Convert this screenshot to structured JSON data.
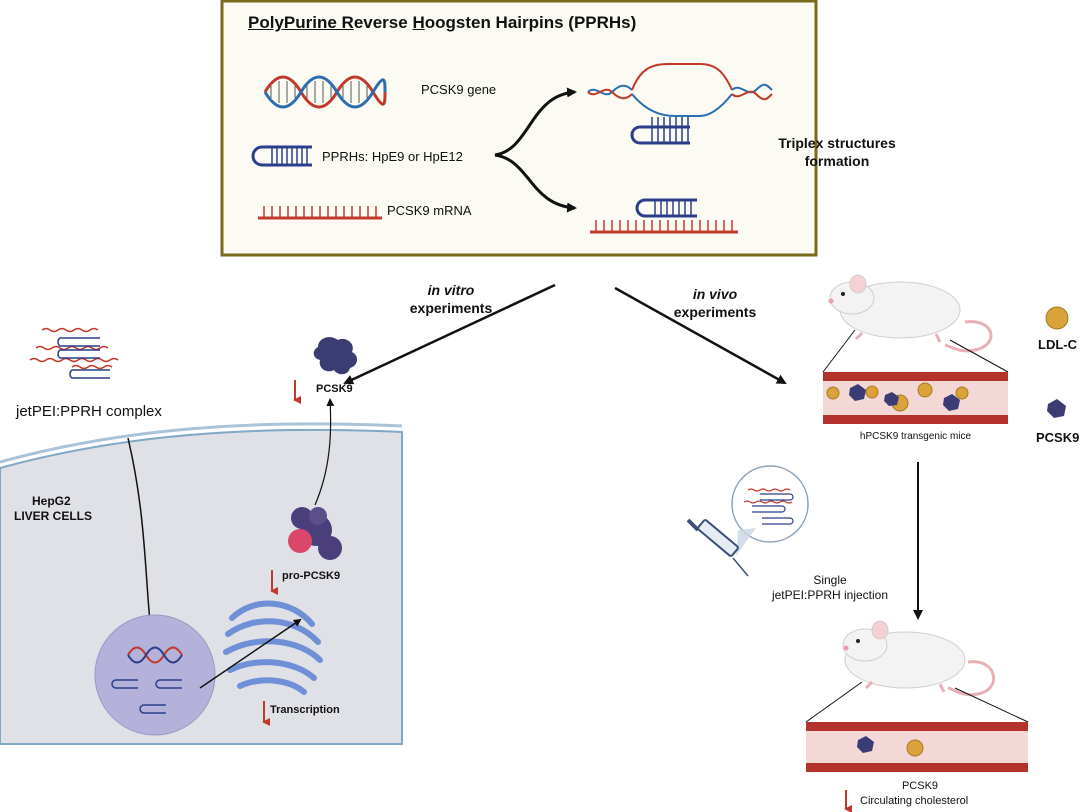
{
  "title": {
    "parts": [
      "Poly",
      "Purine ",
      "R",
      "everse ",
      "H",
      "oogsten Hairpins (PPRHs)"
    ]
  },
  "legend": {
    "gene": "PCSK9 gene",
    "pprh": "PPRHs: HpE9 or HpE12",
    "mrna": "PCSK9 mRNA"
  },
  "triplex_label": [
    "Triplex structures",
    "formation"
  ],
  "in_vitro": {
    "line1": "in vitro",
    "line2": "experiments"
  },
  "in_vivo": {
    "line1": "in vivo",
    "line2": "experiments"
  },
  "cell": {
    "complex_label": "jetPEI:PPRH complex",
    "cell_label": [
      "HepG2",
      "LIVER CELLS"
    ],
    "pcsk9": "PCSK9",
    "pro_pcsk9": "pro-PCSK9",
    "transcription": "Transcription"
  },
  "mice": {
    "ldl_label": "LDL-C",
    "pcsk9_label": "PCSK9",
    "transgenic": "hPCSK9 transgenic mice",
    "injection": [
      "Single",
      "jetPEI:PPRH injection"
    ],
    "bottom_pcsk9": "PCSK9",
    "bottom_chol": "Circulating cholesterol"
  },
  "colors": {
    "red": "#c0392b",
    "blue": "#2c3e8a",
    "cell_fill": "#dfe1e6",
    "nucleus": "#b4b2da",
    "box_border": "#7a6a1d",
    "box_fill": "#fbfbf4",
    "vessel": "#b3322c",
    "ldl": "#d9a23a",
    "pcsk9": "#3b3c74"
  }
}
